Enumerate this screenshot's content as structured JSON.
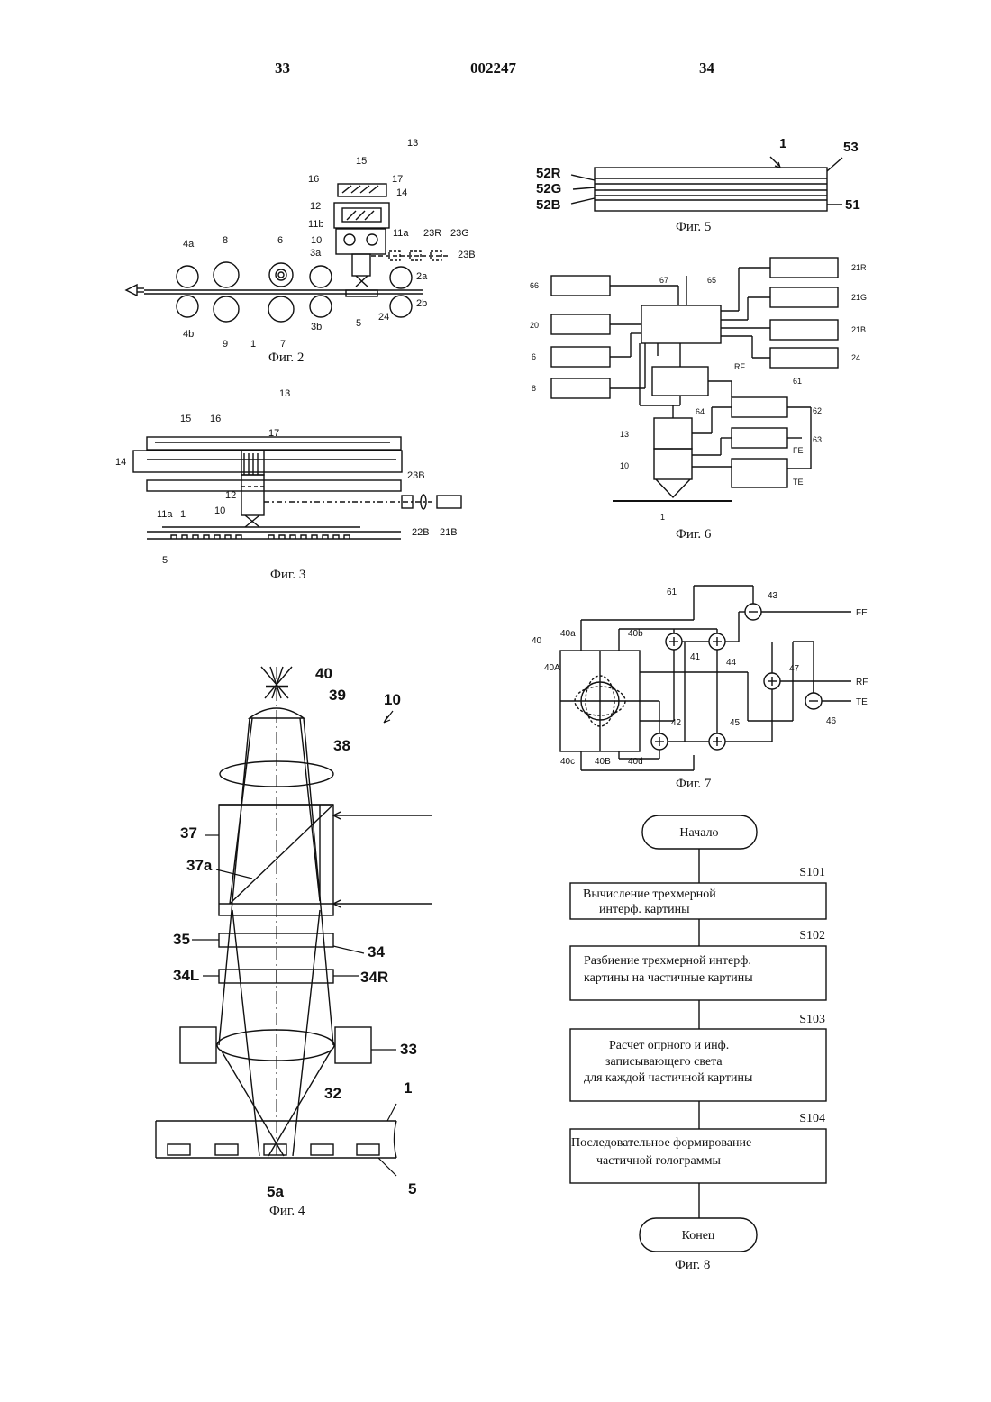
{
  "header": {
    "page_left": "33",
    "doc_number": "002247",
    "page_right": "34"
  },
  "fig2": {
    "caption": "Фиг. 2",
    "labels": [
      "13",
      "15",
      "16",
      "17",
      "14",
      "12",
      "11b",
      "11a",
      "23R",
      "23G",
      "23B",
      "10",
      "4a",
      "8",
      "6",
      "3a",
      "2a",
      "2b",
      "3b",
      "4b",
      "9",
      "1",
      "7",
      "5",
      "24"
    ]
  },
  "fig3": {
    "caption": "Фиг. 3",
    "labels": [
      "13",
      "15",
      "16",
      "17",
      "14",
      "23B",
      "12",
      "10",
      "11a",
      "1",
      "22B",
      "21B",
      "5"
    ]
  },
  "fig4": {
    "caption": "Фиг. 4",
    "labels": [
      "40",
      "39",
      "10",
      "38",
      "37",
      "37a",
      "35",
      "34",
      "34L",
      "34R",
      "33",
      "32",
      "1",
      "5a",
      "5"
    ]
  },
  "fig5": {
    "caption": "Фиг. 5",
    "labels": [
      "1",
      "53",
      "52R",
      "52G",
      "52B",
      "51"
    ]
  },
  "fig6": {
    "caption": "Фиг. 6",
    "labels": [
      "66",
      "67",
      "65",
      "21R",
      "21G",
      "20",
      "21B",
      "6",
      "24",
      "8",
      "RF",
      "61",
      "64",
      "62",
      "13",
      "FE",
      "63",
      "10",
      "TE",
      "1"
    ]
  },
  "fig7": {
    "caption": "Фиг. 7",
    "labels": [
      "61",
      "43",
      "FE",
      "40",
      "40a",
      "40b",
      "41",
      "44",
      "40A",
      "47",
      "RF",
      "TE",
      "46",
      "42",
      "45",
      "40c",
      "40B",
      "40d"
    ]
  },
  "fig8": {
    "caption": "Фиг. 8",
    "start": "Начало",
    "end": "Конец",
    "steps": [
      {
        "id": "S101",
        "line1": "Вычисление трехмерной",
        "line2": "интерф. картины",
        "line3": ""
      },
      {
        "id": "S102",
        "line1": "Разбиение трехмерной интерф.",
        "line2": "картины на частичные картины",
        "line3": ""
      },
      {
        "id": "S103",
        "line1": "Расчет опрного и инф.",
        "line2": "записывающего света",
        "line3": "для каждой частичной картины"
      },
      {
        "id": "S104",
        "line1": "Последовательное формирование",
        "line2": "частичной голограммы",
        "line3": ""
      }
    ]
  }
}
